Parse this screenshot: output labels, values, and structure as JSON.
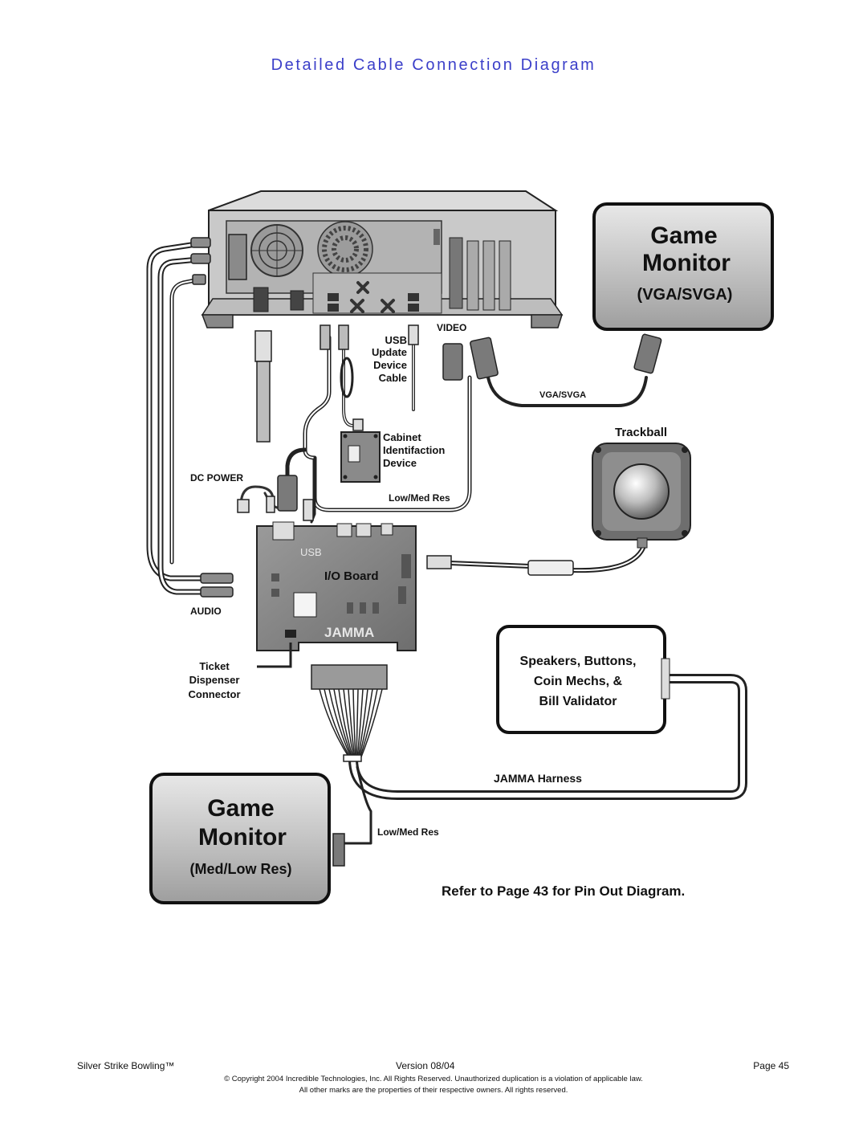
{
  "page": {
    "title": "Detailed Cable Connection Diagram"
  },
  "diagram": {
    "labels": {
      "video": "VIDEO",
      "usb_cable": [
        "USB",
        "Update",
        "Device",
        "Cable"
      ],
      "vga_svga_cable": "VGA/SVGA",
      "cabinet_device": [
        "Cabinet",
        "Identifaction",
        "Device"
      ],
      "dc_power": "DC POWER",
      "low_med_res_top": "Low/Med Res",
      "trackball": "Trackball",
      "usb_board": "USB",
      "io_board": "I/O Board",
      "jamma_board": "JAMMA",
      "audio": "AUDIO",
      "ticket_connector": [
        "Ticket",
        "Dispenser",
        "Connector"
      ],
      "jamma_harness": "JAMMA Harness",
      "low_med_res_bottom": "Low/Med Res",
      "pin_out_ref": "Refer to Page 43 for Pin Out Diagram."
    },
    "monitor_top": {
      "line1": "Game",
      "line2": "Monitor",
      "line3": "(VGA/SVGA)"
    },
    "monitor_bottom": {
      "line1": "Game",
      "line2": "Monitor",
      "line3": "(Med/Low Res)"
    },
    "peripherals_box": [
      "Speakers, Buttons,",
      "Coin Mechs, &",
      "Bill Validator"
    ]
  },
  "footer": {
    "product": "Silver Strike Bowling™",
    "version": "Version  08/04",
    "page": "Page 45",
    "copyright": "© Copyright 2004 Incredible Technologies, Inc.  All Rights Reserved.  Unauthorized duplication is a violation of applicable law.",
    "marks": "All other marks are the properties of their respective owners. All rights reserved."
  }
}
